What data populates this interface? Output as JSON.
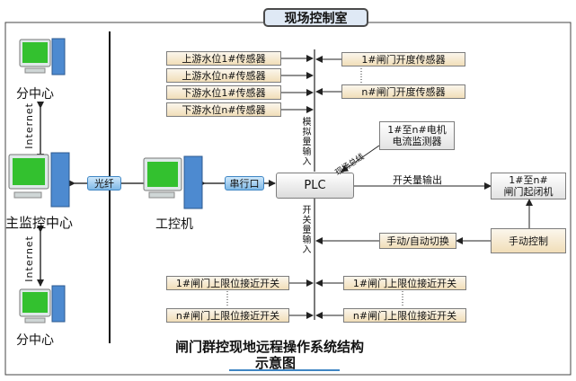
{
  "header": {
    "title": "现场控制室"
  },
  "left": {
    "top_center": "分中心",
    "internet_top": "Internet",
    "main_center": "主监控中心",
    "internet_bottom": "Internet",
    "bottom_center": "分中心"
  },
  "links": {
    "fiber": "光纤",
    "serial": "串行口"
  },
  "ipc": {
    "label": "工控机"
  },
  "plc": {
    "label": "PLC"
  },
  "inputs": {
    "sensors": [
      "上游水位1#传感器",
      "上游水位n#传感器",
      "下游水位1#传感器",
      "下游水位n#传感器"
    ],
    "gate_opening": [
      "1#闸门开度传感器",
      "n#闸门开度传感器"
    ],
    "analog_input": "模拟量输入",
    "field_bus": "现场总线",
    "motor_monitor_line1": "1#至n#电机",
    "motor_monitor_line2": "电流监测器",
    "switch_input": "开关量输入",
    "left_switches": [
      "1#闸门上限位接近开关",
      "n#闸门上限位接近开关"
    ],
    "right_switches": [
      "1#闸门上限位接近开关",
      "n#闸门上限位接近开关"
    ]
  },
  "outputs": {
    "switch_output": "开关量输出",
    "gate_line1": "1#至n#",
    "gate_line2": "闸门起闭机",
    "mode_switch": "手动/自动切换",
    "manual": "手动控制"
  },
  "caption": {
    "line1": "闸门群控现地远程操作系统结构",
    "line2": "示意图"
  },
  "colors": {
    "sensor_fill": "#f1deb8",
    "link_blue": "#7fb8e6",
    "title_fill": "#dfe9f5"
  }
}
